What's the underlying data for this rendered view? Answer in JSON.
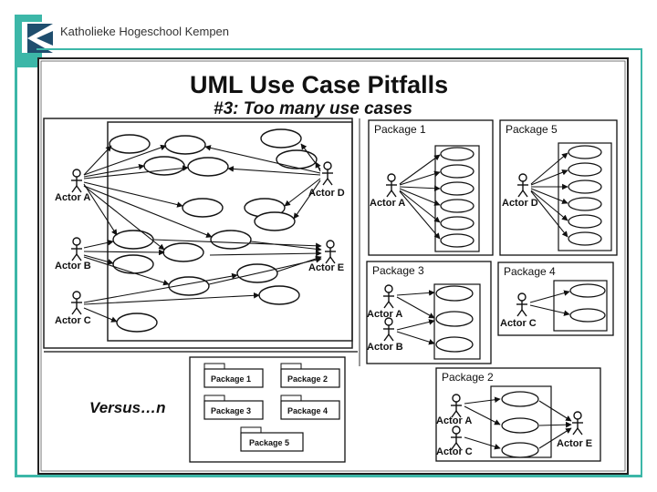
{
  "header": {
    "institution": "Katholieke Hogeschool Kempen"
  },
  "slide": {
    "title": "UML Use Case Pitfalls",
    "subtitle": "#3: Too many use cases",
    "versus": "Versus…n"
  },
  "main_diagram": {
    "actors": [
      "Actor A",
      "Actor D",
      "Actor B",
      "Actor E",
      "Actor C"
    ]
  },
  "packages": {
    "p1": {
      "title": "Package 1",
      "actor": "Actor A"
    },
    "p5": {
      "title": "Package 5",
      "actor": "Actor D"
    },
    "p3": {
      "title": "Package 3",
      "actor_a": "Actor A",
      "actor_b": "Actor B"
    },
    "p4": {
      "title": "Package 4",
      "actor": "Actor C"
    },
    "p2": {
      "title": "Package 2",
      "actor_a": "Actor A",
      "actor_c": "Actor C",
      "actor_e": "Actor E"
    }
  },
  "package_diagram": {
    "labels": [
      "Package 1",
      "Package 2",
      "Package 3",
      "Package 4",
      "Package 5"
    ]
  },
  "colors": {
    "accent": "#3cb7a8",
    "logo_dark": "#1f4e6e"
  }
}
